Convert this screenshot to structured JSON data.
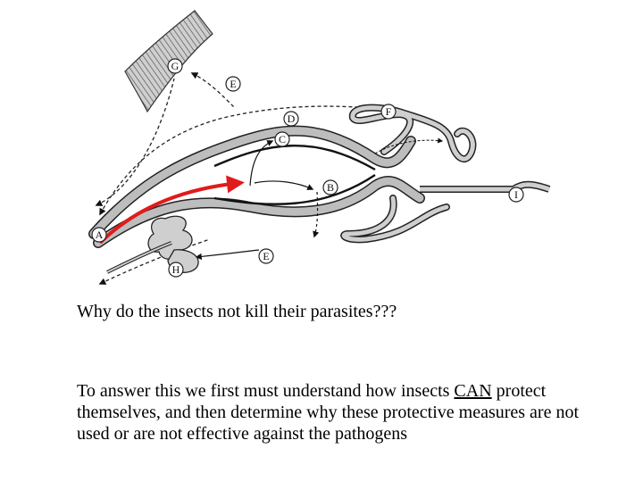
{
  "slide": {
    "question": "Why do the insects not kill their parasites???",
    "explanation_before": "To answer this we first must understand how insects ",
    "explanation_emph": "CAN",
    "explanation_after": " protect themselves, and then determine why these protective measures are not used or are not effective against the pathogens"
  },
  "diagram": {
    "labels": [
      "G",
      "E",
      "D",
      "F",
      "C",
      "B",
      "I",
      "A",
      "E",
      "H"
    ],
    "colors": {
      "arrow_red": "#e01b1b",
      "tube_fill": "#bdbdbd",
      "outline": "#222222"
    }
  }
}
